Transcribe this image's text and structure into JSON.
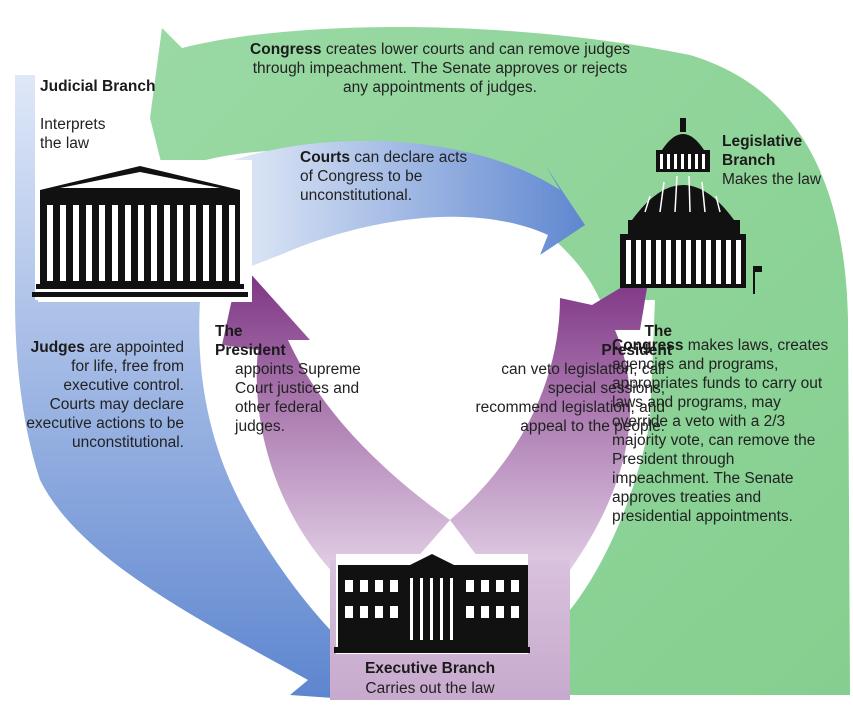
{
  "branches": {
    "judicial": {
      "title": "Judicial Branch",
      "role": "Interprets the law"
    },
    "legislative": {
      "title": "Legislative Branch",
      "role": "Makes the law"
    },
    "executive": {
      "title": "Executive Branch",
      "role": "Carries out the law"
    }
  },
  "checks": {
    "legislative_on_judicial": {
      "subject": "Congress",
      "text": " creates lower courts and can remove judges through impeachment. The Senate approves or rejects any appointments of judges."
    },
    "judicial_on_legislative": {
      "subject": "Courts",
      "text": " can declare acts of Congress to be unconstitutional."
    },
    "judicial_on_executive": {
      "subject": "Judges",
      "text": " are appointed for life, free from executive control. Courts may declare executive actions to be unconstitutional."
    },
    "executive_on_judicial": {
      "subject": "The President",
      "text": "appoints Supreme Court justices and other federal judges."
    },
    "executive_on_legislative": {
      "subject": "The President",
      "text": "can veto legislation, call special sessions, recommend legislation, and appeal to the people."
    },
    "legislative_on_executive": {
      "subject": "Congress",
      "text": " makes laws, creates agencies and programs, appropriates funds to carry out laws and programs, may override a veto with a 2/3 majority vote, can remove the President through impeachment. The Senate approves treaties and presidential appointments."
    }
  },
  "colors": {
    "green": "#8fd39a",
    "blue": "#6a8fd2",
    "purple": "#8a3f8d"
  }
}
